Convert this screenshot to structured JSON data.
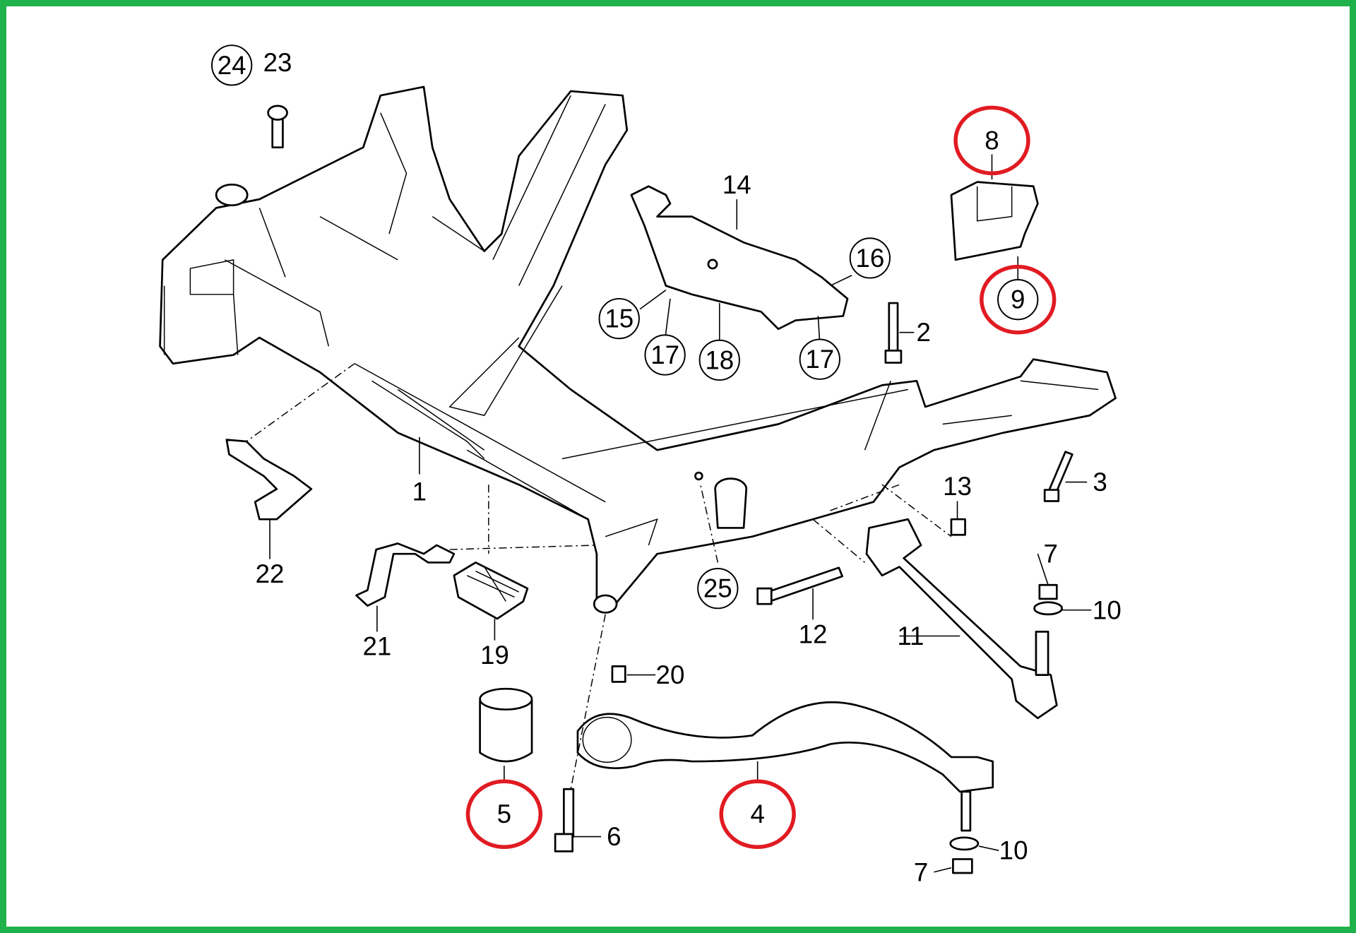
{
  "diagram": {
    "colors": {
      "border": "#1fb24a",
      "highlight": "#e11b22"
    },
    "labels": [
      {
        "id": "l24",
        "text": "24",
        "circled": true,
        "highlighted": false
      },
      {
        "id": "l23",
        "text": "23",
        "circled": false,
        "highlighted": false
      },
      {
        "id": "l8",
        "text": "8",
        "circled": false,
        "highlighted": true
      },
      {
        "id": "l9",
        "text": "9",
        "circled": true,
        "highlighted": true
      },
      {
        "id": "l14",
        "text": "14",
        "circled": false,
        "highlighted": false
      },
      {
        "id": "l16",
        "text": "16",
        "circled": true,
        "highlighted": false
      },
      {
        "id": "l15",
        "text": "15",
        "circled": true,
        "highlighted": false
      },
      {
        "id": "l17a",
        "text": "17",
        "circled": true,
        "highlighted": false
      },
      {
        "id": "l18",
        "text": "18",
        "circled": true,
        "highlighted": false
      },
      {
        "id": "l17b",
        "text": "17",
        "circled": true,
        "highlighted": false
      },
      {
        "id": "l2",
        "text": "2",
        "circled": false,
        "highlighted": false
      },
      {
        "id": "l3",
        "text": "3",
        "circled": false,
        "highlighted": false
      },
      {
        "id": "l1",
        "text": "1",
        "circled": false,
        "highlighted": false
      },
      {
        "id": "l22",
        "text": "22",
        "circled": false,
        "highlighted": false
      },
      {
        "id": "l13",
        "text": "13",
        "circled": false,
        "highlighted": false
      },
      {
        "id": "l25",
        "text": "25",
        "circled": true,
        "highlighted": false
      },
      {
        "id": "l7a",
        "text": "7",
        "circled": false,
        "highlighted": false
      },
      {
        "id": "l10a",
        "text": "10",
        "circled": false,
        "highlighted": false
      },
      {
        "id": "l12",
        "text": "12",
        "circled": false,
        "highlighted": false
      },
      {
        "id": "l11",
        "text": "11",
        "circled": false,
        "highlighted": false
      },
      {
        "id": "l21",
        "text": "21",
        "circled": false,
        "highlighted": false
      },
      {
        "id": "l19",
        "text": "19",
        "circled": false,
        "highlighted": false
      },
      {
        "id": "l20",
        "text": "20",
        "circled": false,
        "highlighted": false
      },
      {
        "id": "l5",
        "text": "5",
        "circled": false,
        "highlighted": true
      },
      {
        "id": "l4",
        "text": "4",
        "circled": false,
        "highlighted": true
      },
      {
        "id": "l6",
        "text": "6",
        "circled": false,
        "highlighted": false
      },
      {
        "id": "l10b",
        "text": "10",
        "circled": false,
        "highlighted": false
      },
      {
        "id": "l7b",
        "text": "7",
        "circled": false,
        "highlighted": false
      }
    ]
  }
}
